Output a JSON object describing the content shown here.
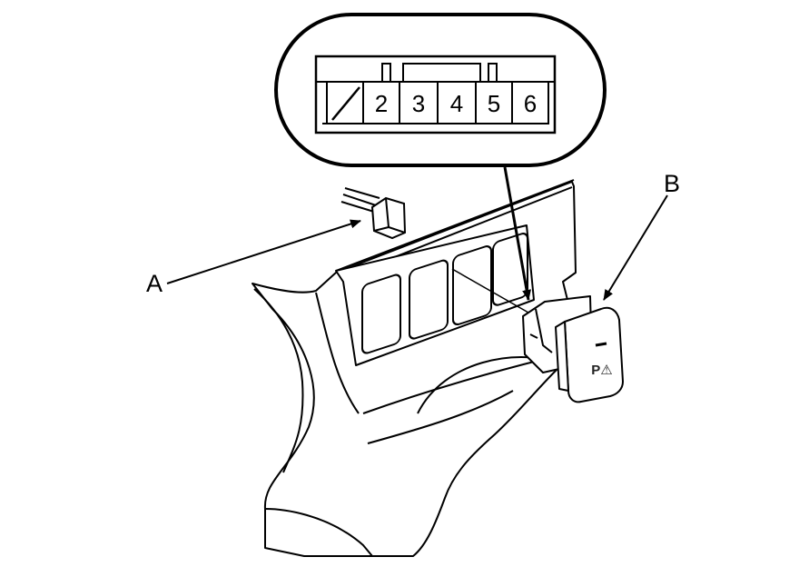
{
  "callouts": {
    "a": "A",
    "b": "B"
  },
  "connector": {
    "pins": [
      "2",
      "3",
      "4",
      "5",
      "6"
    ]
  },
  "switch": {
    "symbol": "P⚠"
  },
  "colors": {
    "line": "#000000",
    "background": "#ffffff"
  }
}
